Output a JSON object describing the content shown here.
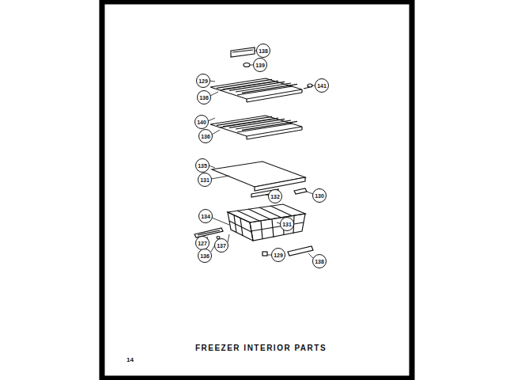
{
  "diagram": {
    "title": "FREEZER INTERIOR PARTS",
    "labels": [
      "138",
      "139",
      "129",
      "141",
      "136",
      "140",
      "136",
      "135",
      "131",
      "132",
      "130",
      "134",
      "131",
      "127",
      "137",
      "136",
      "129",
      "138",
      "14"
    ]
  }
}
